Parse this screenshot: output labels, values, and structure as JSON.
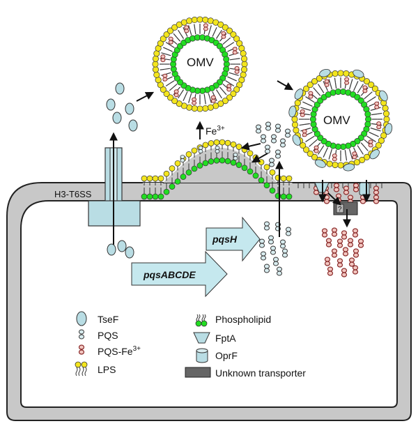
{
  "labels": {
    "omv_top": "OMV",
    "omv_right": "OMV",
    "fe3": "Fe",
    "fe3_sup": "3+",
    "h3_t6ss": "H3-T6SS",
    "unknown_mark": "?",
    "pqsH": "pqsH",
    "pqsABCDE": "pqsABCDE"
  },
  "legend": {
    "tsef": "TseF",
    "pqs": "PQS",
    "pqs_fe": "PQS-Fe",
    "pqs_fe_sup": "3+",
    "lps": "LPS",
    "phospholipid": "Phospholipid",
    "fpta": "FptA",
    "oprf": "OprF",
    "unknown_transporter": "Unknown transporter"
  },
  "colors": {
    "cell_wall": "#c8c8c8",
    "lps_head": "#f3e51e",
    "phospholipid_head": "#22dd22",
    "tsef": "#b9dde4",
    "pqs": "#d8ecef",
    "pqs_fe": "#f2c6c0",
    "pqs_fe_stroke": "#8a2a2a",
    "gene_arrow": "#c5e8ee",
    "transporter": "#666666"
  },
  "icons": [
    "tsef-icon",
    "pqs-icon",
    "pqs-fe-icon",
    "lps-icon",
    "phospholipid-icon",
    "fpta-icon",
    "oprf-icon",
    "unknown-transporter-icon"
  ]
}
